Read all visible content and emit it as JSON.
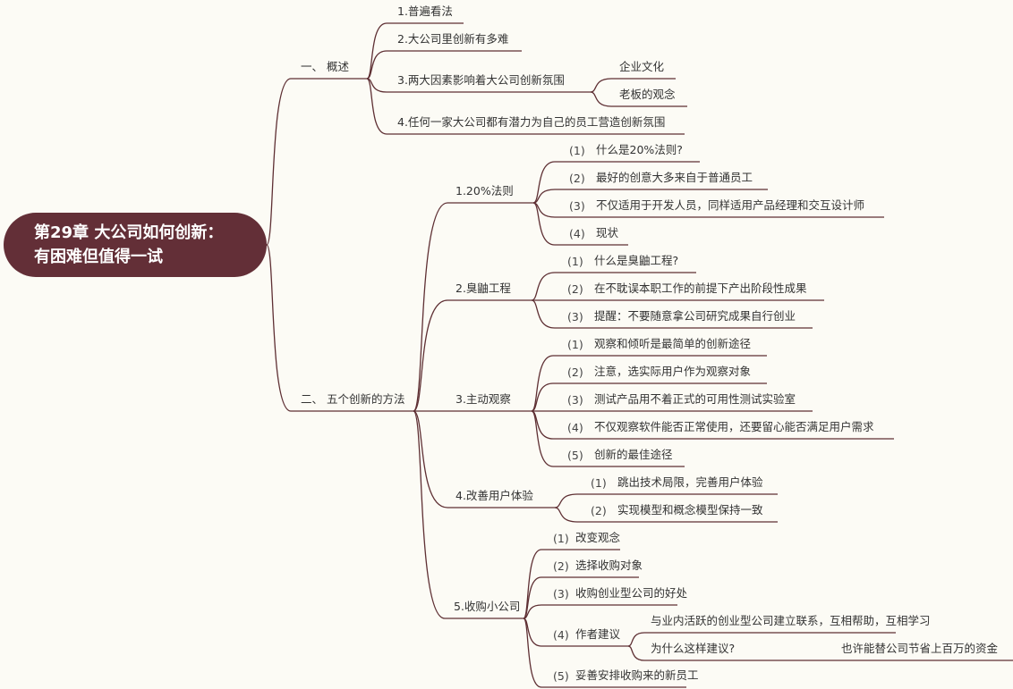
{
  "root": {
    "line1": "第29章 大公司如何创新：",
    "line2": "有困难但值得一试"
  },
  "overview": {
    "label": "一、 概述",
    "items": [
      {
        "label": "1.普遍看法"
      },
      {
        "label": "2.大公司里创新有多难"
      },
      {
        "label": "3.两大因素影响着大公司创新氛围",
        "children": [
          {
            "label": "企业文化"
          },
          {
            "label": "老板的观念"
          }
        ]
      },
      {
        "label": "4.任何一家大公司都有潜力为自己的员工营造创新氛围"
      }
    ]
  },
  "methods": {
    "label": "二、 五个创新的方法",
    "items": [
      {
        "label": "1.20%法则",
        "children": [
          {
            "num": "(1)",
            "label": "什么是20%法则?"
          },
          {
            "num": "(2)",
            "label": "最好的创意大多来自于普通员工"
          },
          {
            "num": "(3)",
            "label": "不仅适用于开发人员，同样适用产品经理和交互设计师"
          },
          {
            "num": "(4)",
            "label": "现状"
          }
        ]
      },
      {
        "label": "2.臭鼬工程",
        "children": [
          {
            "num": "(1)",
            "label": "什么是臭鼬工程?"
          },
          {
            "num": "(2)",
            "label": "在不耽误本职工作的前提下产出阶段性成果"
          },
          {
            "num": "(3)",
            "label": "提醒：不要随意拿公司研究成果自行创业"
          }
        ]
      },
      {
        "label": "3.主动观察",
        "children": [
          {
            "num": "(1)",
            "label": "观察和倾听是最简单的创新途径"
          },
          {
            "num": "(2)",
            "label": "注意，选实际用户作为观察对象"
          },
          {
            "num": "(3)",
            "label": "测试产品用不着正式的可用性测试实验室"
          },
          {
            "num": "(4)",
            "label": "不仅观察软件能否正常使用，还要留心能否满足用户需求"
          },
          {
            "num": "(5)",
            "label": "创新的最佳途径"
          }
        ]
      },
      {
        "label": "4.改善用户体验",
        "children": [
          {
            "num": "(1)",
            "label": "跳出技术局限，完善用户体验"
          },
          {
            "num": "(2)",
            "label": "实现模型和概念模型保持一致"
          }
        ]
      },
      {
        "label": "5.收购小公司",
        "children": [
          {
            "num": "(1)",
            "label": "改变观念"
          },
          {
            "num": "(2)",
            "label": "选择收购对象"
          },
          {
            "num": "(3)",
            "label": "收购创业型公司的好处"
          },
          {
            "num": "(4)",
            "label": "作者建议",
            "children": [
              {
                "label": "与业内活跃的创业型公司建立联系，互相帮助，互相学习"
              },
              {
                "label": "为什么这样建议?",
                "answer": "也许能替公司节省上百万的资金"
              }
            ]
          },
          {
            "num": "(5)",
            "label": "妥善安排收购来的新员工"
          }
        ]
      }
    ]
  },
  "colors": {
    "root_bg": "#632f37",
    "line": "#5e2f33",
    "background": "#fcfbf5"
  }
}
